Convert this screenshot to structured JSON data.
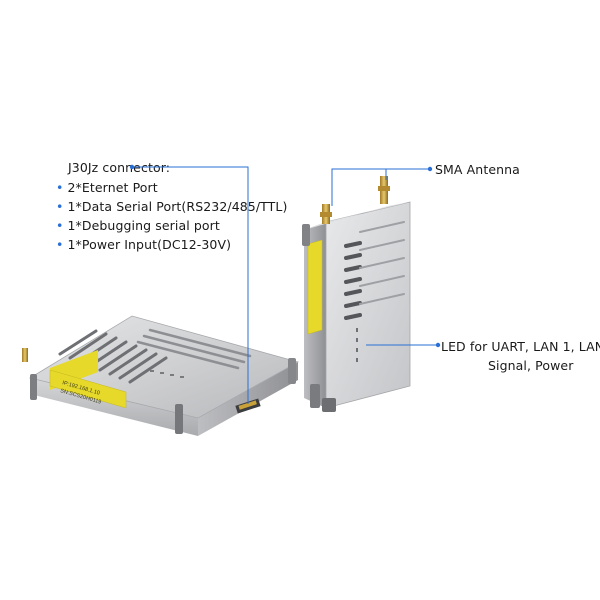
{
  "connector": {
    "title": "J30Jz connector:",
    "items": [
      "2*Eternet Port",
      "1*Data Serial Port(RS232/485/TTL)",
      "1*Debugging serial port",
      "1*Power Input(DC12-30V)"
    ]
  },
  "antenna_label": "SMA Antenna",
  "led_label": {
    "line1": "LED for UART, LAN 1, LAN",
    "line2": "Signal, Power"
  },
  "device_label": {
    "line1": "IP:192.168.1.10",
    "line2": "SN:SCS20H0119"
  },
  "colors": {
    "callout": "#2a6fd6",
    "label_yellow": "#e6d92a",
    "aluminum": "#c9cacc"
  }
}
